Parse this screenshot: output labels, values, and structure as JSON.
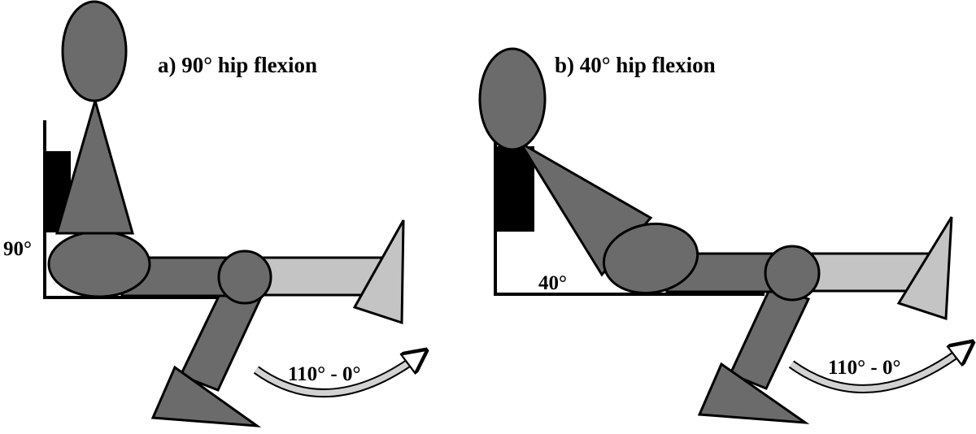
{
  "panels": [
    {
      "title": "a) 90° hip flexion",
      "hip_angle_label": "90°",
      "knee_range_label": "110° - 0°"
    },
    {
      "title": "b) 40° hip flexion",
      "hip_angle_label": "40°",
      "knee_range_label": "110° - 0°"
    }
  ],
  "colors": {
    "body": "#6b6b6b",
    "moving_segment": "#c4c4c4",
    "backrest": "#000000",
    "outline": "#000000",
    "arrow": "#d2d2d2"
  }
}
